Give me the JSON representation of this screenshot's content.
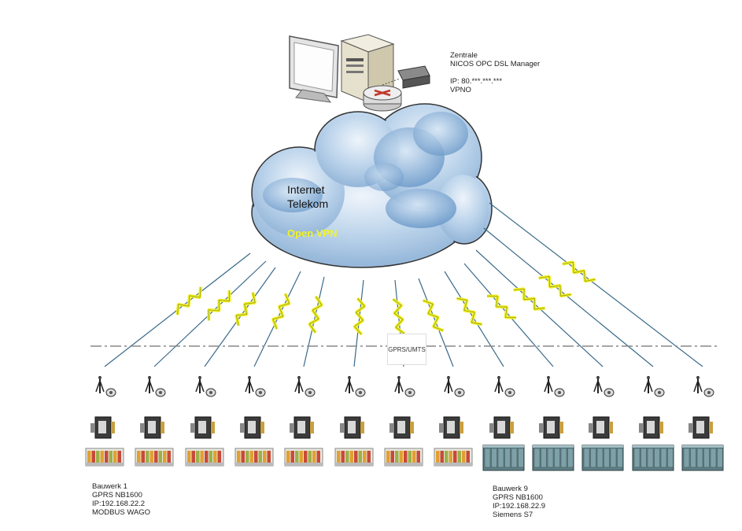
{
  "central": {
    "title": "Zentrale",
    "subtitle": "NICOS OPC DSL Manager",
    "ip": "IP: 80.***.***.***",
    "vpn": "VPNO"
  },
  "cloud": {
    "line1": "Internet",
    "line2": "Telekom",
    "vpn_label": "Open VPN"
  },
  "divider_label": "GPRS/UMTS",
  "site_left": {
    "name": "Bauwerk 1",
    "modem": "GPRS NB1600",
    "ip": "IP:192.168.22.2",
    "protocol": "MODBUS WAGO"
  },
  "site_right": {
    "name": "Bauwerk 9",
    "modem": "GPRS NB1600",
    "ip": "IP:192.168.22.9",
    "protocol": "Siemens S7"
  },
  "colors": {
    "lightning": "#f0f02a",
    "link": "#3a6a8a",
    "cloud": "#7fa9d4",
    "siemens_plc": "#5f7f86",
    "wago_plc": "#e8e8e0"
  },
  "site_count": 13
}
